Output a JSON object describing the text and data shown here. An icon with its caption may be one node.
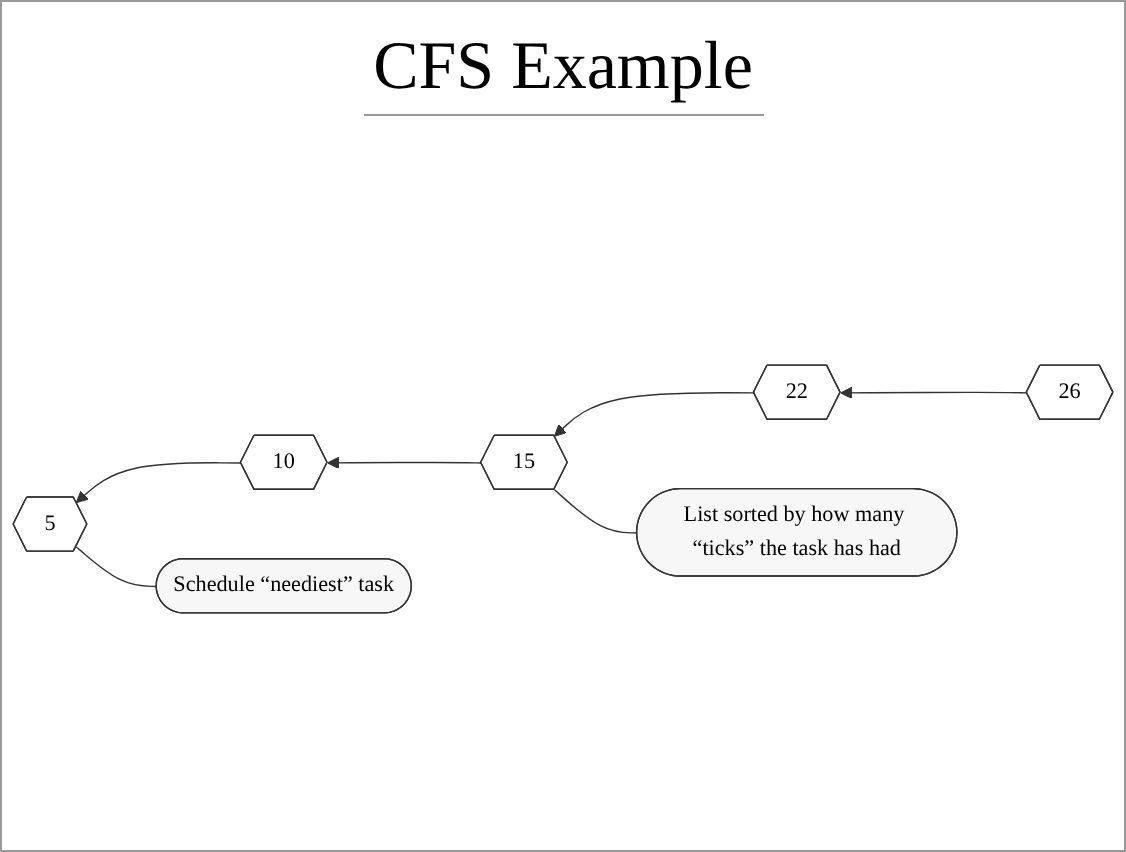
{
  "diagram": {
    "title": "CFS Example",
    "nodes": [
      {
        "text": [
          "5"
        ]
      },
      {
        "text": [
          "10"
        ]
      },
      {
        "text": [
          "15"
        ]
      },
      {
        "text": [
          "22"
        ]
      },
      {
        "text": [
          "26"
        ]
      },
      {
        "text": [
          "Schedule “neediest” task"
        ]
      },
      {
        "text": [
          "List sorted by how many “ticks” the task has had"
        ]
      }
    ],
    "edges": [
      {
        "from": 1,
        "to": 0,
        "arrow": "to"
      },
      {
        "from": 2,
        "to": 1,
        "arrow": "to"
      },
      {
        "from": 3,
        "to": 2,
        "arrow": "to"
      },
      {
        "from": 4,
        "to": 3,
        "arrow": "to"
      },
      {
        "from": 5,
        "to": 0,
        "arrow": "none"
      },
      {
        "from": 6,
        "to": 2,
        "arrow": "none"
      }
    ]
  }
}
